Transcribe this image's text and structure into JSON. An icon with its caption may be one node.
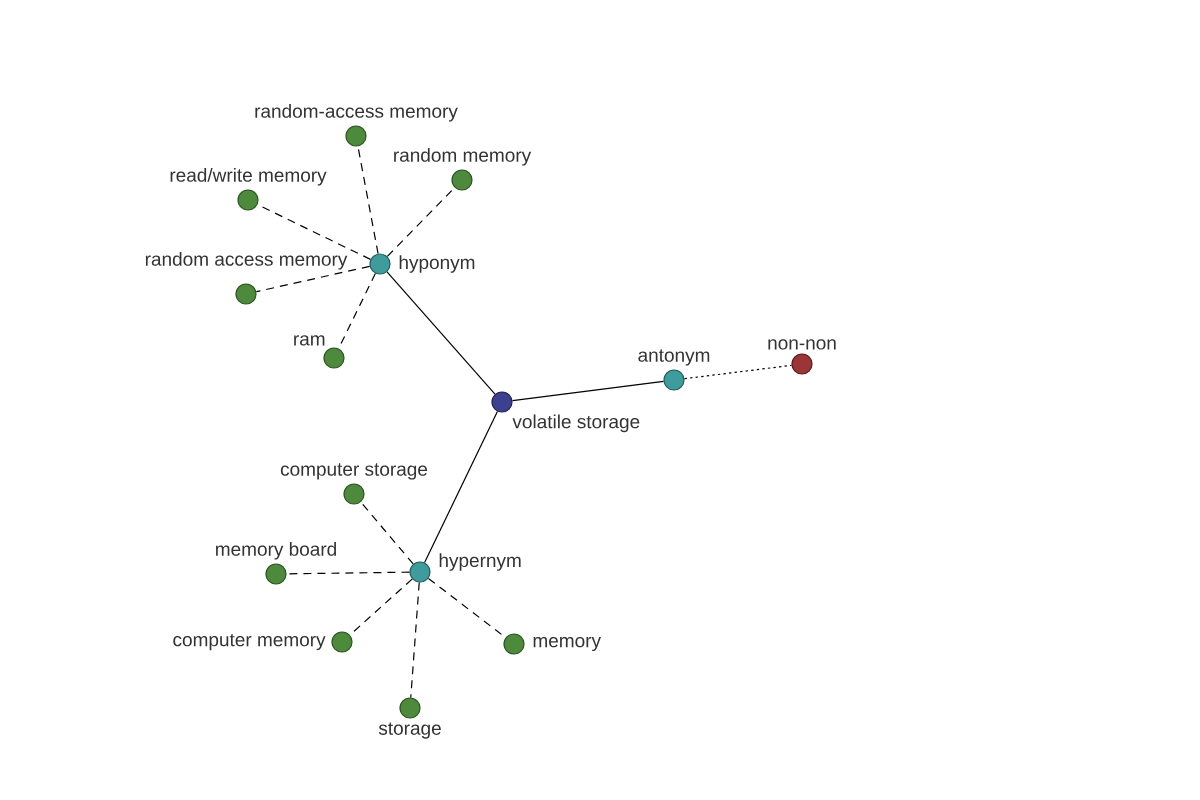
{
  "diagram": {
    "nodes": [
      {
        "text": [
          "random-access memory"
        ]
      },
      {
        "text": [
          "random memory"
        ]
      },
      {
        "text": [
          "read/write memory"
        ]
      },
      {
        "text": [
          "hyponym"
        ]
      },
      {
        "text": [
          "random access memory"
        ]
      },
      {
        "text": [
          "non-non"
        ]
      },
      {
        "text": [
          "ram"
        ]
      },
      {
        "text": [
          "antonym"
        ]
      },
      {
        "text": [
          "volatile storage"
        ]
      },
      {
        "text": [
          "computer storage"
        ]
      },
      {
        "text": [
          "memory board"
        ]
      },
      {
        "text": [
          "hypernym"
        ]
      },
      {
        "text": [
          "computer memory"
        ]
      },
      {
        "text": [
          "memory"
        ]
      },
      {
        "text": [
          "storage"
        ]
      }
    ],
    "edges": [
      {
        "from": 3,
        "to": 0,
        "arrow": "none",
        "style": "dashed"
      },
      {
        "from": 3,
        "to": 1,
        "arrow": "none",
        "style": "dashed"
      },
      {
        "from": 3,
        "to": 2,
        "arrow": "none",
        "style": "dashed"
      },
      {
        "from": 3,
        "to": 4,
        "arrow": "none",
        "style": "dashed"
      },
      {
        "from": 3,
        "to": 6,
        "arrow": "none",
        "style": "dashed"
      },
      {
        "from": 3,
        "to": 8,
        "arrow": "none"
      },
      {
        "from": 8,
        "to": 7,
        "arrow": "none"
      },
      {
        "from": 7,
        "to": 5,
        "arrow": "none",
        "style": "dashed"
      },
      {
        "from": 8,
        "to": 11,
        "arrow": "none"
      },
      {
        "from": 11,
        "to": 9,
        "arrow": "none",
        "style": "dashed"
      },
      {
        "from": 11,
        "to": 10,
        "arrow": "none",
        "style": "dashed"
      },
      {
        "from": 11,
        "to": 12,
        "arrow": "none",
        "style": "dashed"
      },
      {
        "from": 11,
        "to": 13,
        "arrow": "none",
        "style": "dashed"
      },
      {
        "from": 11,
        "to": 14,
        "arrow": "none",
        "style": "dashed"
      }
    ]
  }
}
